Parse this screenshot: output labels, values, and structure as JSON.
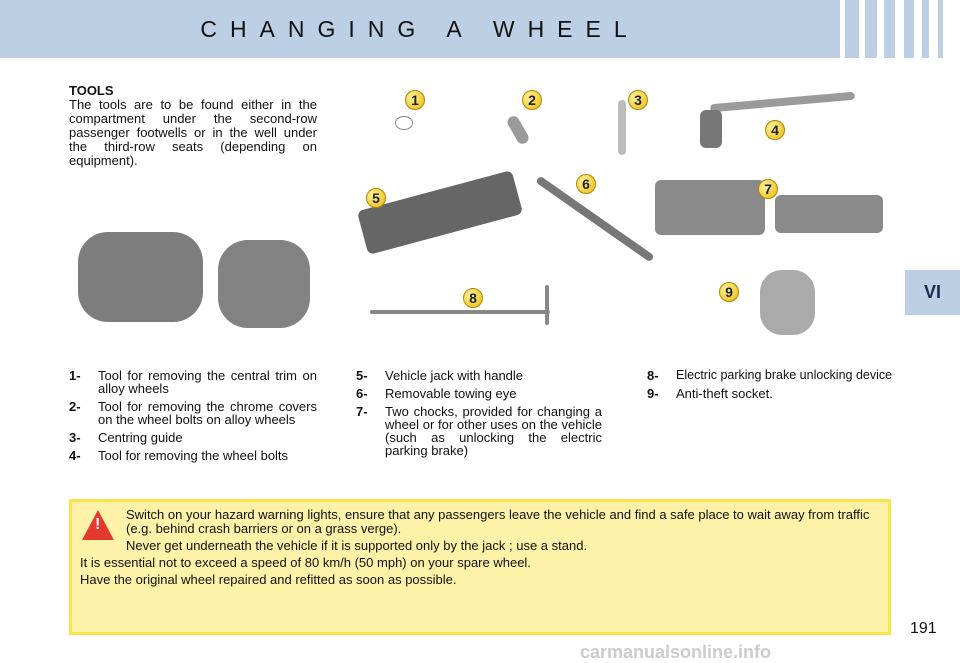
{
  "header": {
    "title": "CHANGING A WHEEL"
  },
  "section_tab": "VI",
  "intro": {
    "heading": "TOOLS",
    "text": "The tools are to be found either in the compartment under the second-row passenger footwells or in the well under the third-row seats (depending on equipment)."
  },
  "callouts": [
    "1",
    "2",
    "3",
    "4",
    "5",
    "6",
    "7",
    "8",
    "9"
  ],
  "list_col1": [
    {
      "n": "1-",
      "t": "Tool for removing the central trim on alloy wheels"
    },
    {
      "n": "2-",
      "t": "Tool for removing the chrome covers on the wheel bolts on alloy wheels"
    },
    {
      "n": "3-",
      "t": "Centring guide"
    },
    {
      "n": "4-",
      "t": "Tool for removing the wheel bolts"
    }
  ],
  "list_col2": [
    {
      "n": "5-",
      "t": "Vehicle jack with handle"
    },
    {
      "n": "6-",
      "t": "Removable towing eye"
    },
    {
      "n": "7-",
      "t": "Two chocks, provided for changing a wheel or for other uses on the vehicle (such as unlocking the electric parking brake)"
    }
  ],
  "list_col3": [
    {
      "n": "8-",
      "t": "Electric parking brake unlocking device"
    },
    {
      "n": "9-",
      "t": "Anti-theft socket."
    }
  ],
  "warning": {
    "lines": [
      "Switch on your hazard warning lights, ensure that any passengers leave the vehicle and find a safe place to wait away from traffic (e.g. behind crash barriers or on a grass verge).",
      "Never get underneath the vehicle if it is supported only by the jack ; use a stand.",
      "It is essential not to exceed a speed of 80 km/h (50 mph) on your spare wheel.",
      "Have the original wheel repaired and refitted as soon as possible."
    ]
  },
  "page_number": "191",
  "watermark": "carmanualsonline.info"
}
